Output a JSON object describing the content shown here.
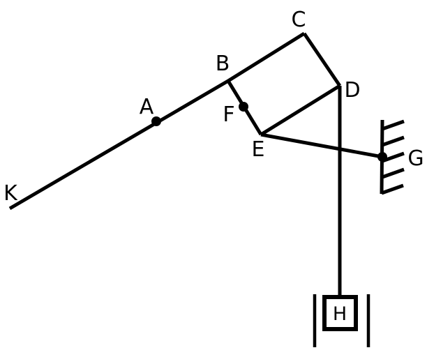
{
  "figure": {
    "type": "mechanism-linkage-diagram",
    "background_color": "#ffffff",
    "stroke_color": "#000000",
    "labels": {
      "K": "K",
      "A": "A",
      "B": "B",
      "C": "C",
      "D": "D",
      "E": "E",
      "F": "F",
      "G": "G",
      "H": "H"
    },
    "elements": {
      "pin_joints_marked_with_dots": [
        "A",
        "F",
        "G"
      ],
      "ground_support": "hatched wall at G",
      "slider": "block H inside cylinder guides"
    }
  }
}
